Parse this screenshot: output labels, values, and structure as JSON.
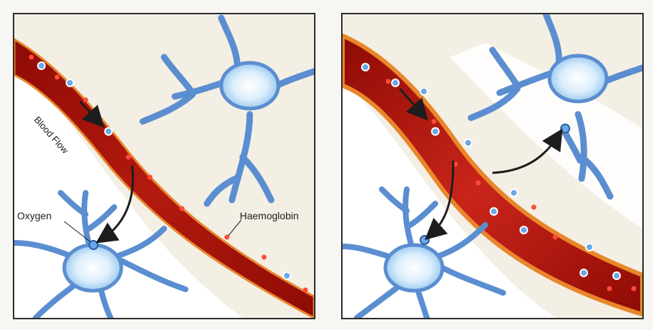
{
  "labels": {
    "blood_flow": "Blood Flow",
    "oxygen": "Oxygen",
    "haemoglobin": "Haemoglobin"
  },
  "colors": {
    "background": "#f3efe4",
    "neuron": "#5b8ed0",
    "vessel_dark": "#8e0b05",
    "vessel_mid": "#c9251a",
    "vessel_edge": "#e9862a",
    "haemoglobin": "#ff4a3a",
    "oxygen": "#6aa8e8"
  },
  "icons": [
    "neuron-cell",
    "blood-vessel",
    "arrow"
  ]
}
